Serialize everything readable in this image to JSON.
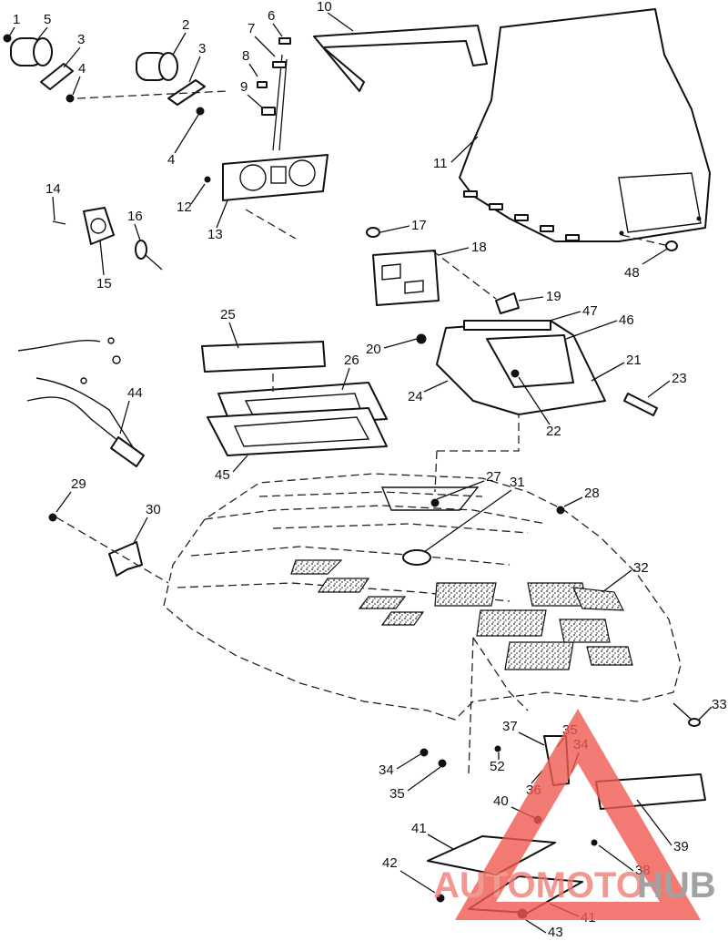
{
  "callouts": [
    "1",
    "2",
    "3",
    "3",
    "4",
    "4",
    "5",
    "6",
    "7",
    "8",
    "9",
    "10",
    "11",
    "12",
    "13",
    "14",
    "15",
    "16",
    "17",
    "18",
    "19",
    "20",
    "21",
    "22",
    "23",
    "24",
    "25",
    "26",
    "27",
    "28",
    "29",
    "30",
    "31",
    "32",
    "33",
    "34",
    "34",
    "34",
    "35",
    "35",
    "35",
    "36",
    "37",
    "38",
    "39",
    "40",
    "41",
    "41",
    "42",
    "43",
    "44",
    "45",
    "46",
    "47",
    "48",
    "52"
  ],
  "watermark": {
    "text_part1": "AUTOMOTO",
    "text_part2": "HUB",
    "color_main": "#f07f75",
    "color_secondary": "#8c8c8c",
    "triangle_color": "#ef5a50"
  }
}
